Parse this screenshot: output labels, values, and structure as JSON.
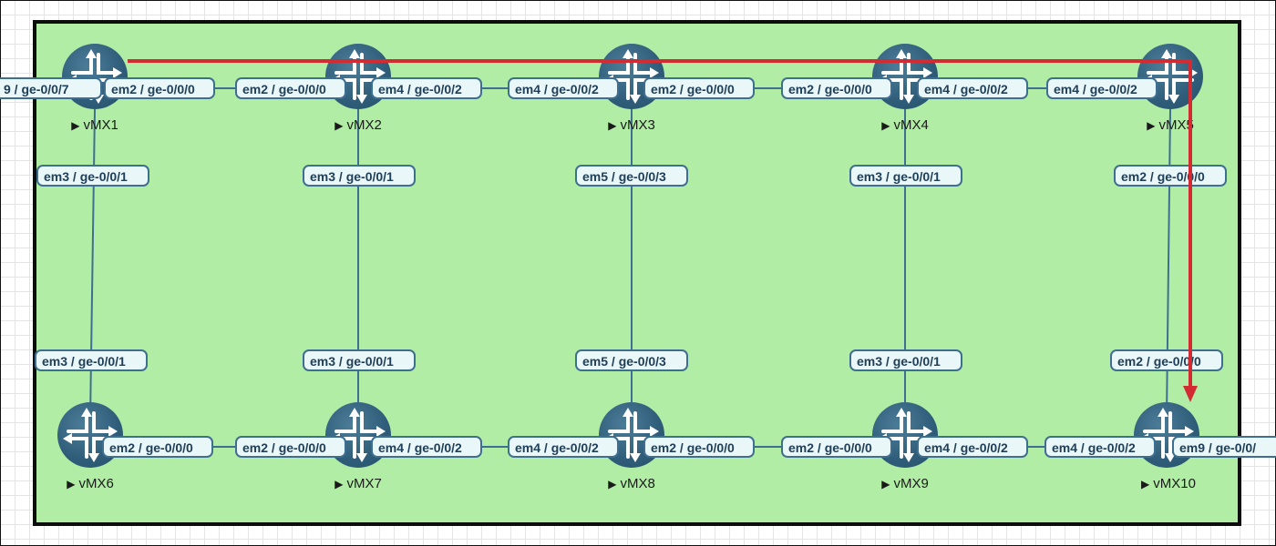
{
  "diagram": {
    "routers": [
      {
        "id": "vmx1",
        "label": "vMX1"
      },
      {
        "id": "vmx2",
        "label": "vMX2"
      },
      {
        "id": "vmx3",
        "label": "vMX3"
      },
      {
        "id": "vmx4",
        "label": "vMX4"
      },
      {
        "id": "vmx5",
        "label": "vMX5"
      },
      {
        "id": "vmx6",
        "label": "vMX6"
      },
      {
        "id": "vmx7",
        "label": "vMX7"
      },
      {
        "id": "vmx8",
        "label": "vMX8"
      },
      {
        "id": "vmx9",
        "label": "vMX9"
      },
      {
        "id": "vmx10",
        "label": "vMX10"
      }
    ],
    "links": [
      {
        "from": "vmx1",
        "to": "vmx2",
        "from_port": "em2 / ge-0/0/0",
        "to_port": "em2 / ge-0/0/0"
      },
      {
        "from": "vmx2",
        "to": "vmx3",
        "from_port": "em4 / ge-0/0/2",
        "to_port": "em4 / ge-0/0/2"
      },
      {
        "from": "vmx3",
        "to": "vmx4",
        "from_port": "em2 / ge-0/0/0",
        "to_port": "em2 / ge-0/0/0"
      },
      {
        "from": "vmx4",
        "to": "vmx5",
        "from_port": "em4 / ge-0/0/2",
        "to_port": "em4 / ge-0/0/2"
      },
      {
        "from": "vmx6",
        "to": "vmx7",
        "from_port": "em2 / ge-0/0/0",
        "to_port": "em2 / ge-0/0/0"
      },
      {
        "from": "vmx7",
        "to": "vmx8",
        "from_port": "em4 / ge-0/0/2",
        "to_port": "em4 / ge-0/0/2"
      },
      {
        "from": "vmx8",
        "to": "vmx9",
        "from_port": "em2 / ge-0/0/0",
        "to_port": "em2 / ge-0/0/0"
      },
      {
        "from": "vmx9",
        "to": "vmx10",
        "from_port": "em4 / ge-0/0/2",
        "to_port": "em4 / ge-0/0/2"
      },
      {
        "from": "vmx1",
        "to": "vmx6",
        "from_port": "em3 / ge-0/0/1",
        "to_port": "em3 / ge-0/0/1"
      },
      {
        "from": "vmx2",
        "to": "vmx7",
        "from_port": "em3 / ge-0/0/1",
        "to_port": "em3 / ge-0/0/1"
      },
      {
        "from": "vmx3",
        "to": "vmx8",
        "from_port": "em5 / ge-0/0/3",
        "to_port": "em5 / ge-0/0/3"
      },
      {
        "from": "vmx4",
        "to": "vmx9",
        "from_port": "em3 / ge-0/0/1",
        "to_port": "em3 / ge-0/0/1"
      },
      {
        "from": "vmx5",
        "to": "vmx10",
        "from_port": "em2 / ge-0/0/0",
        "to_port": "em2 / ge-0/0/0"
      }
    ],
    "external_ports": [
      {
        "router": "vmx1",
        "label": "9 / ge-0/0/7"
      },
      {
        "router": "vmx10",
        "label": "em9 / ge-0/0/"
      }
    ],
    "path_highlight": {
      "route": [
        "vmx1",
        "vmx5",
        "vmx10"
      ],
      "color": "#d22b32"
    },
    "colors": {
      "background": "#b2eda6",
      "link": "#3f6f90",
      "router": "#2f5d79",
      "port_fill": "#eaf7f8"
    }
  }
}
